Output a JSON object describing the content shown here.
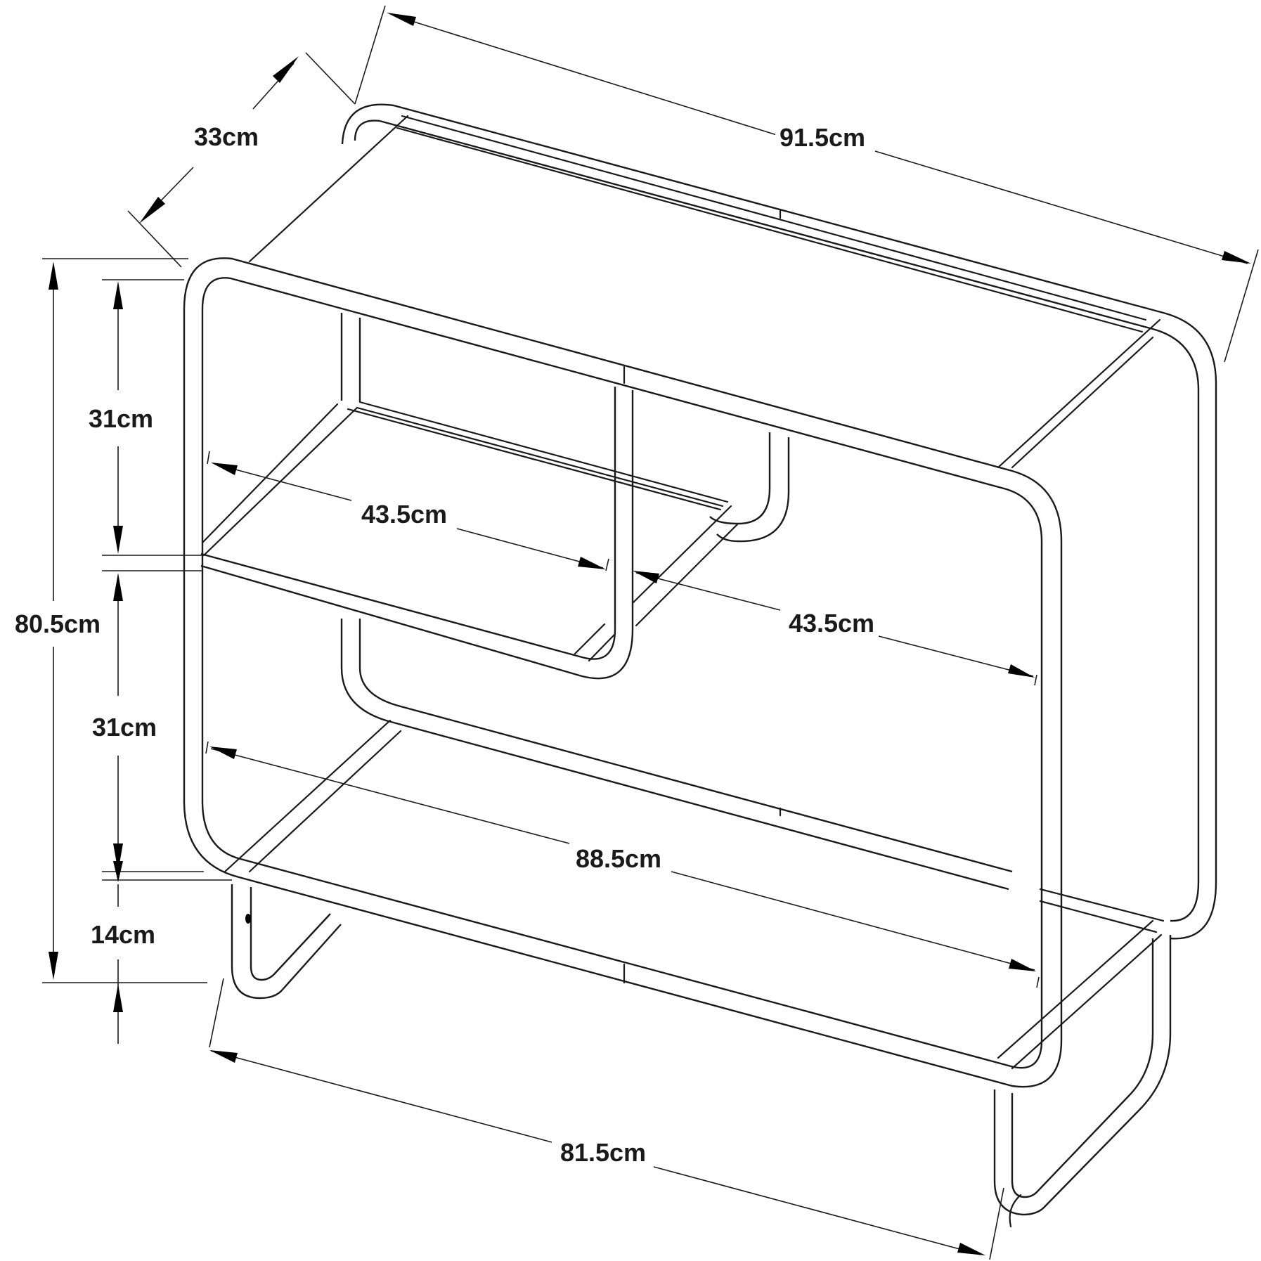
{
  "dimensions": {
    "depth": "33cm",
    "width_top": "91.5cm",
    "height_total": "80.5cm",
    "shelf_height_upper": "31cm",
    "shelf_height_middle": "31cm",
    "leg_height": "14cm",
    "upper_left_width": "43.5cm",
    "upper_right_width": "43.5cm",
    "inner_width": "88.5cm",
    "base_width": "81.5cm"
  },
  "colors": {
    "line": "#1a1a1a",
    "arrow": "#000000",
    "background": "#ffffff"
  }
}
